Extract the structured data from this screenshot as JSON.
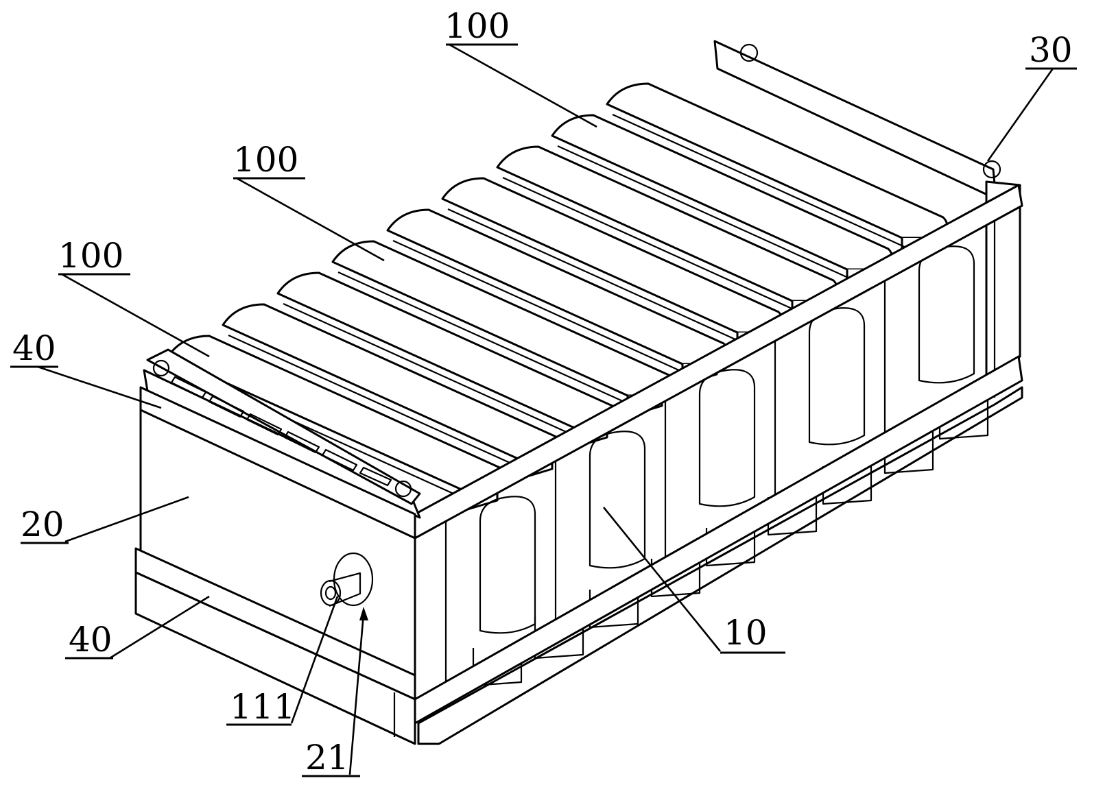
{
  "labels": {
    "cell_top_right": "100",
    "cell_middle": "100",
    "cell_left": "100",
    "end_plate_far": "30",
    "strap_top": "40",
    "end_plate_front": "20",
    "strap_bottom": "40",
    "cell_body": "10",
    "nozzle": "111",
    "port": "21"
  }
}
